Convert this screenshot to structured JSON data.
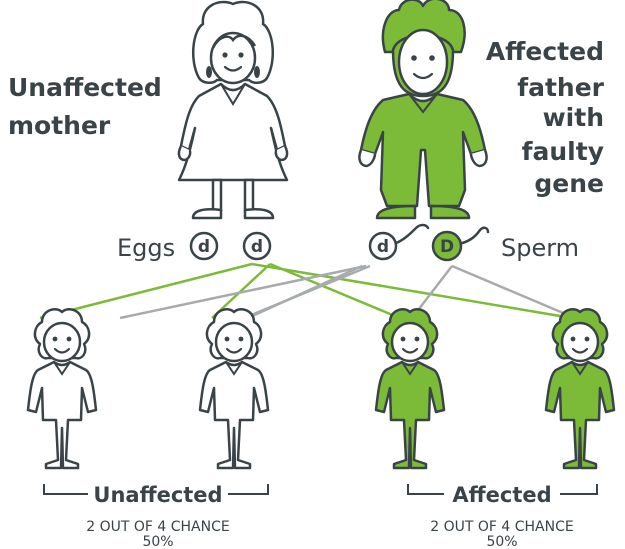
{
  "parents": {
    "mother_label": [
      "Unaffected",
      "mother"
    ],
    "father_label": [
      "Affected",
      "father",
      "with",
      "faulty",
      "gene"
    ]
  },
  "gametes": {
    "eggs_label": "Eggs",
    "sperm_label": "Sperm",
    "egg_alleles": [
      "d",
      "d"
    ],
    "sperm_alleles": [
      "d",
      "D"
    ]
  },
  "outcomes": {
    "unaffected": {
      "label": "Unaffected",
      "chance": "2 OUT OF 4 CHANCE",
      "percent": "50%"
    },
    "affected": {
      "label": "Affected",
      "chance": "2 OUT OF 4 CHANCE",
      "percent": "50%"
    }
  },
  "colors": {
    "green": "#7cbb38",
    "grey": "#a7abad",
    "outline": "#3a4448",
    "text": "#3a4448"
  }
}
